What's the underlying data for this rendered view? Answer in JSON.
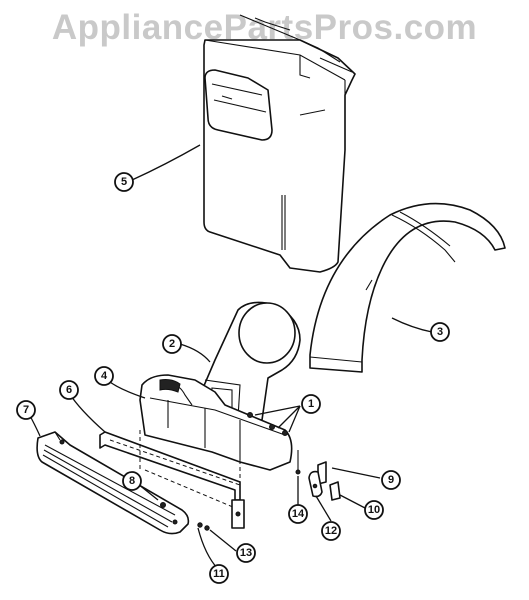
{
  "watermark": "AppliancePartsPros.com",
  "callouts": {
    "c1": "1",
    "c2": "2",
    "c3": "3",
    "c4": "4",
    "c5": "5",
    "c6": "6",
    "c7": "7",
    "c8": "8",
    "c9": "9",
    "c10": "10",
    "c11": "11",
    "c12": "12",
    "c13": "13",
    "c14": "14"
  },
  "colors": {
    "line": "#111111",
    "watermark": "#c9c9c9",
    "background": "#ffffff"
  }
}
